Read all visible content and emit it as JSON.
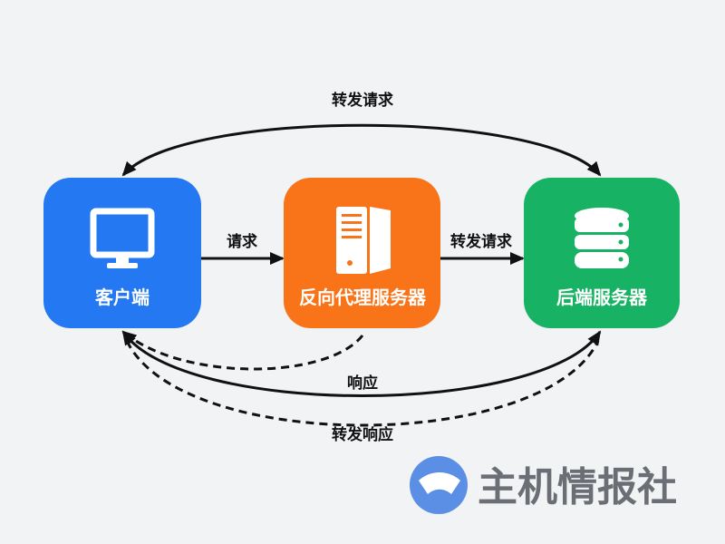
{
  "nodes": [
    {
      "label": "客户端",
      "icon": "monitor-icon",
      "color": "#2479f2"
    },
    {
      "label": "反向代理服务器",
      "icon": "server-tower-icon",
      "color": "#f97418"
    },
    {
      "label": "后端服务器",
      "icon": "database-icon",
      "color": "#17b263"
    }
  ],
  "edges": {
    "top_arc": "转发请求",
    "client_to_proxy": "请求",
    "proxy_to_backend": "转发请求",
    "response": "响应",
    "forward_response": "转发响应"
  },
  "watermark": {
    "text": "主机情报社",
    "logo_color": "#5b8fe6"
  }
}
